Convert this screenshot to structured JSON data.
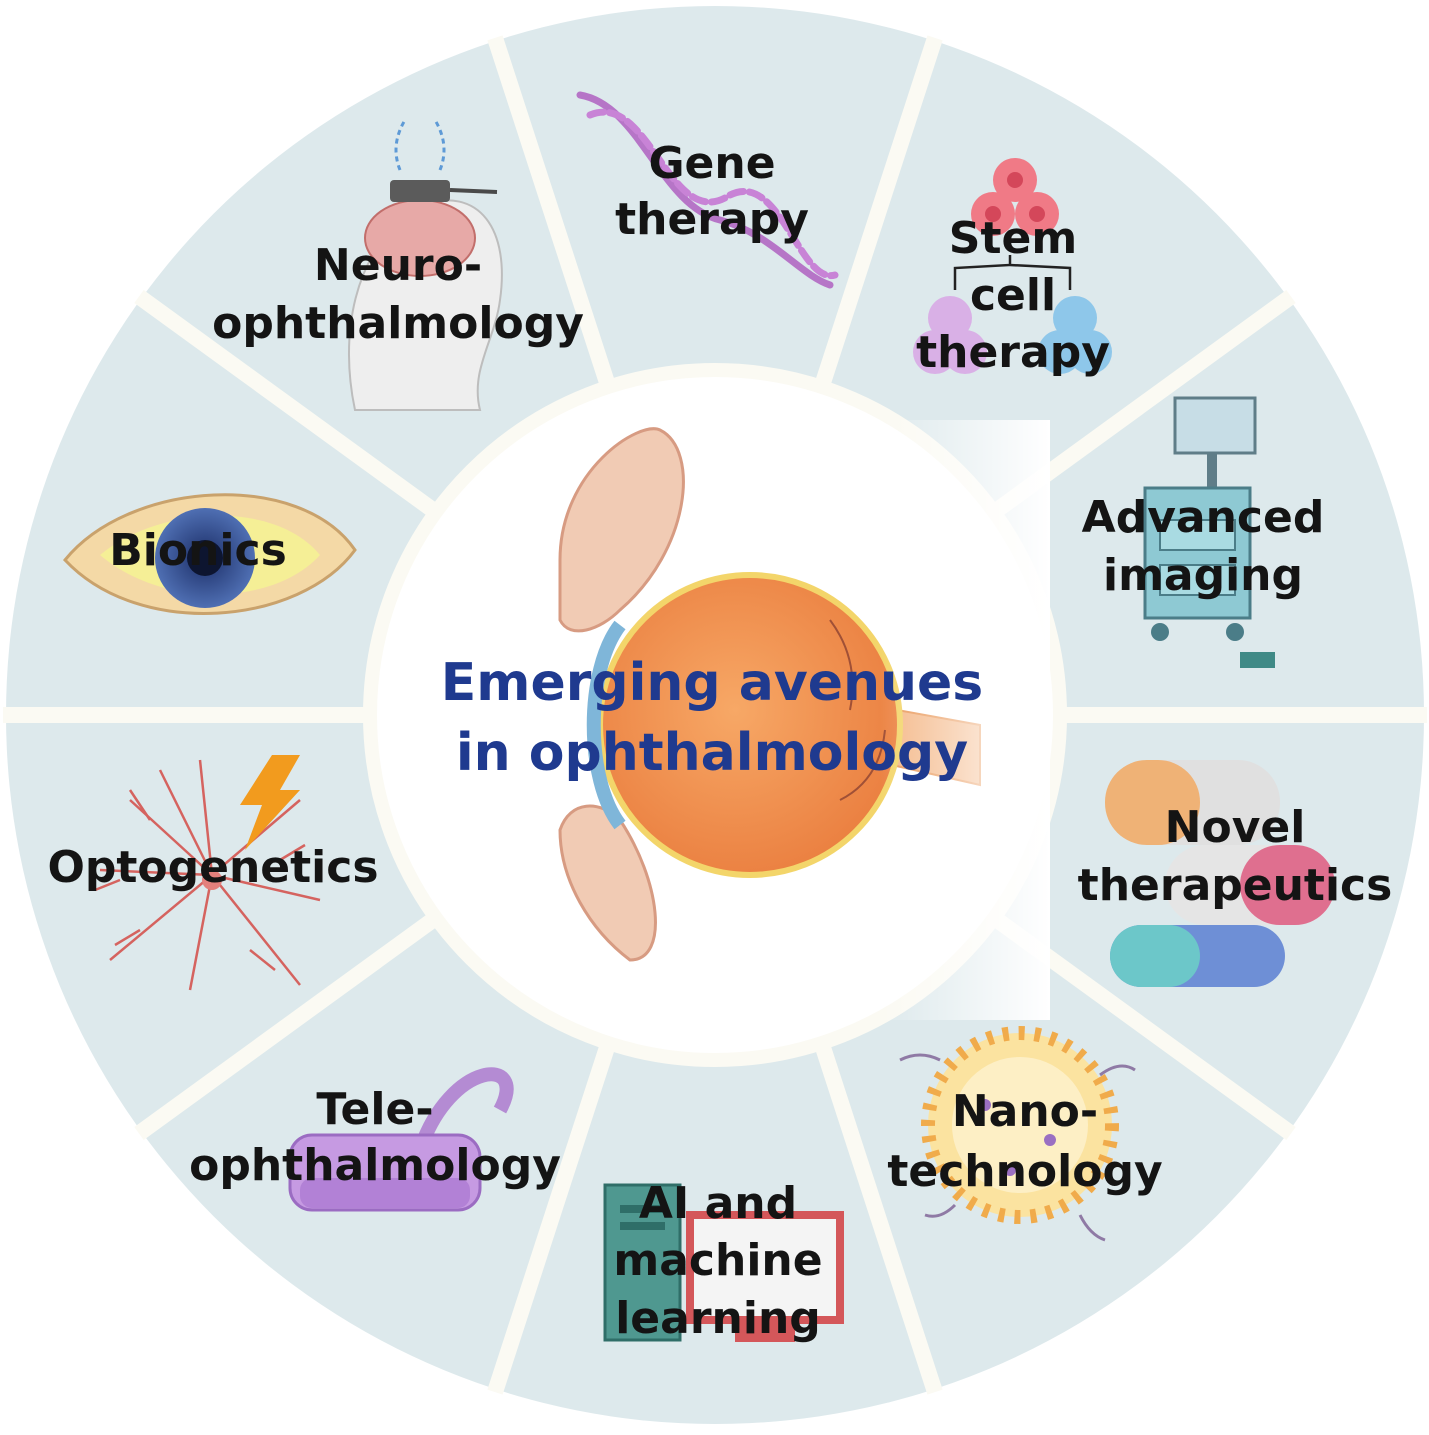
{
  "title_lines": [
    "Emerging avenues",
    "in ophthalmology"
  ],
  "segments": [
    {
      "lines": [
        "Gene",
        "therapy"
      ],
      "icon": "dna-icon"
    },
    {
      "lines": [
        "Stem",
        "cell",
        "therapy"
      ],
      "icon": "stem-cells-icon"
    },
    {
      "lines": [
        "Advanced",
        "imaging"
      ],
      "icon": "imaging-cart-icon"
    },
    {
      "lines": [
        "Novel",
        "therapeutics"
      ],
      "icon": "capsules-icon"
    },
    {
      "lines": [
        "Nano-",
        "technology"
      ],
      "icon": "nanoparticle-icon"
    },
    {
      "lines": [
        "AI and",
        "machine",
        "learning"
      ],
      "icon": "computer-icon"
    },
    {
      "lines": [
        "Tele-",
        "ophthalmology"
      ],
      "icon": "vr-headset-icon"
    },
    {
      "lines": [
        "Optogenetics"
      ],
      "icon": "retina-lightning-icon"
    },
    {
      "lines": [
        "Bionics"
      ],
      "icon": "eye-icon"
    },
    {
      "lines": [
        "Neuro-",
        "ophthalmology"
      ],
      "icon": "brain-stimulator-icon"
    }
  ],
  "colors": {
    "segment_fill": "#dde9ec",
    "divider": "#fbfaf3",
    "center_fill": "#ffffff",
    "title": "#1f3a8f",
    "label": "#141414"
  }
}
